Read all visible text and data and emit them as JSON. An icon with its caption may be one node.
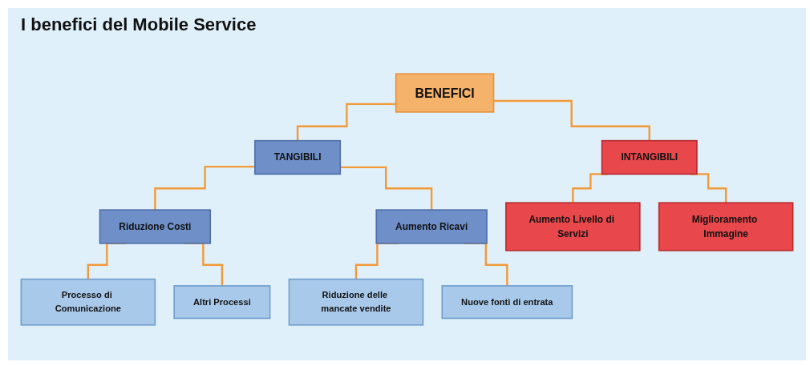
{
  "diagram": {
    "title": "I benefici del Mobile Service",
    "nodes": [
      {
        "text": [
          "BENEFICI"
        ]
      },
      {
        "text": [
          "TANGIBILI"
        ]
      },
      {
        "text": [
          "INTANGIBILI"
        ]
      },
      {
        "text": [
          "Riduzione Costi"
        ]
      },
      {
        "text": [
          "Aumento Ricavi"
        ]
      },
      {
        "text": [
          "Aumento Livello di Servizi"
        ]
      },
      {
        "text": [
          "Miglioramento Immagine"
        ]
      },
      {
        "text": [
          "Processo di Comunicazione"
        ]
      },
      {
        "text": [
          "Altri Processi"
        ]
      },
      {
        "text": [
          "Riduzione delle mancate vendite"
        ]
      },
      {
        "text": [
          "Nuove fonti di entrata"
        ]
      }
    ],
    "edges": [
      {
        "from": 0,
        "to": 1,
        "arrow": "none"
      },
      {
        "from": 0,
        "to": 2,
        "arrow": "none"
      },
      {
        "from": 1,
        "to": 3,
        "arrow": "none"
      },
      {
        "from": 1,
        "to": 4,
        "arrow": "none"
      },
      {
        "from": 2,
        "to": 5,
        "arrow": "none"
      },
      {
        "from": 2,
        "to": 6,
        "arrow": "none"
      },
      {
        "from": 3,
        "to": 7,
        "arrow": "none"
      },
      {
        "from": 3,
        "to": 8,
        "arrow": "none"
      },
      {
        "from": 4,
        "to": 9,
        "arrow": "none"
      },
      {
        "from": 4,
        "to": 10,
        "arrow": "none"
      }
    ]
  }
}
